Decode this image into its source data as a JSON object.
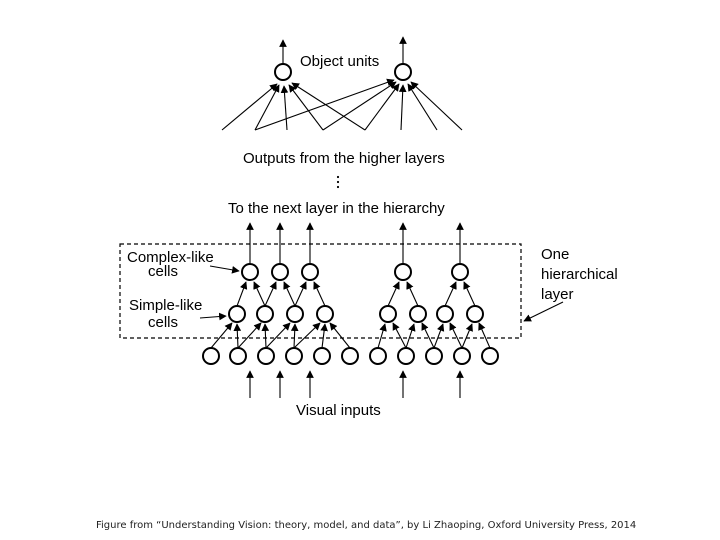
{
  "labels": {
    "object_units": "Object units",
    "outputs_higher": "Outputs from the higher layers",
    "next_layer": "To the next layer in the hierarchy",
    "complex_line1": "Complex-like",
    "complex_line2": "cells",
    "simple_line1": "Simple-like",
    "simple_line2": "cells",
    "one_line1": "One",
    "one_line2": "hierarchical",
    "one_line3": "layer",
    "visual_inputs": "Visual inputs"
  },
  "caption": "Figure from “Understanding Vision: theory, model, and data”, by Li Zhaoping,  Oxford University Press, 2014"
}
